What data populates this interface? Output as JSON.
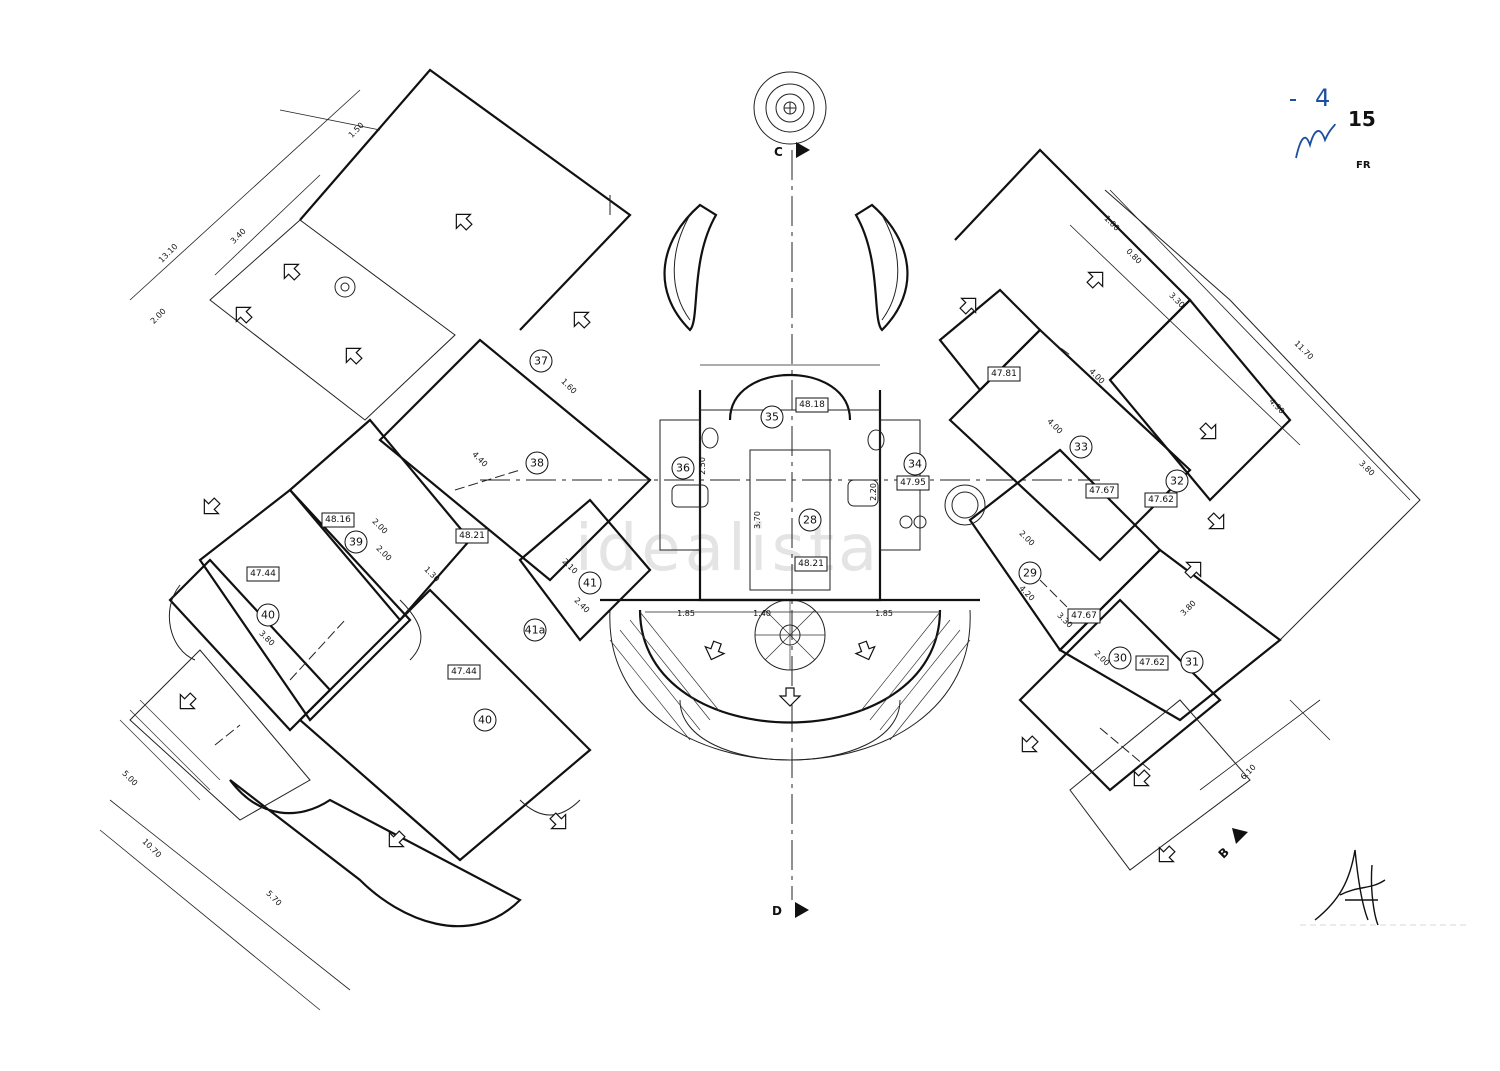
{
  "watermark": "idealista",
  "annotations": {
    "page_number": "15",
    "handwritten_4": "4",
    "handwritten_fr": "FR"
  },
  "section_markers": [
    "C",
    "D",
    "B"
  ],
  "rooms": [
    {
      "id": "r28",
      "label": "28"
    },
    {
      "id": "r29",
      "label": "29"
    },
    {
      "id": "r30",
      "label": "30"
    },
    {
      "id": "r31",
      "label": "31"
    },
    {
      "id": "r32",
      "label": "32"
    },
    {
      "id": "r33",
      "label": "33"
    },
    {
      "id": "r34",
      "label": "34"
    },
    {
      "id": "r35",
      "label": "35"
    },
    {
      "id": "r36",
      "label": "36"
    },
    {
      "id": "r37",
      "label": "37"
    },
    {
      "id": "r38",
      "label": "38"
    },
    {
      "id": "r39",
      "label": "39"
    },
    {
      "id": "r40a",
      "label": "40"
    },
    {
      "id": "r40b",
      "label": "40"
    },
    {
      "id": "r41",
      "label": "41"
    },
    {
      "id": "r41a",
      "label": "41a"
    }
  ],
  "elevations": [
    {
      "id": "e1",
      "label": "48.18"
    },
    {
      "id": "e2",
      "label": "47.81"
    },
    {
      "id": "e3",
      "label": "47.95"
    },
    {
      "id": "e4",
      "label": "48.21"
    },
    {
      "id": "e5",
      "label": "48.21"
    },
    {
      "id": "e6",
      "label": "48.16"
    },
    {
      "id": "e7",
      "label": "47.44"
    },
    {
      "id": "e8",
      "label": "47.44"
    },
    {
      "id": "e9",
      "label": "47.67"
    },
    {
      "id": "e10",
      "label": "47.62"
    },
    {
      "id": "e11",
      "label": "47.67"
    },
    {
      "id": "e12",
      "label": "47.62"
    }
  ],
  "dimensions": [
    {
      "id": "d1",
      "label": "1.50"
    },
    {
      "id": "d2",
      "label": "3.40"
    },
    {
      "id": "d3",
      "label": "13.10"
    },
    {
      "id": "d4",
      "label": "2.00"
    },
    {
      "id": "d5",
      "label": "4.40"
    },
    {
      "id": "d6",
      "label": "2.00"
    },
    {
      "id": "d7",
      "label": "2.00"
    },
    {
      "id": "d8",
      "label": "1.30"
    },
    {
      "id": "d9",
      "label": "3.80"
    },
    {
      "id": "d10",
      "label": "2.10"
    },
    {
      "id": "d11",
      "label": "2.40"
    },
    {
      "id": "d12",
      "label": "1.85"
    },
    {
      "id": "d13",
      "label": "1.40"
    },
    {
      "id": "d14",
      "label": "1.85"
    },
    {
      "id": "d15",
      "label": "3.70"
    },
    {
      "id": "d16",
      "label": "2.50"
    },
    {
      "id": "d17",
      "label": "2.20"
    },
    {
      "id": "d18",
      "label": "3.30"
    },
    {
      "id": "d19",
      "label": "11.70"
    },
    {
      "id": "d20",
      "label": "4.90"
    },
    {
      "id": "d21",
      "label": "3.80"
    },
    {
      "id": "d22",
      "label": "4.00"
    },
    {
      "id": "d23",
      "label": "4.00"
    },
    {
      "id": "d24",
      "label": "2.00"
    },
    {
      "id": "d25",
      "label": "4.20"
    },
    {
      "id": "d26",
      "label": "3.30"
    },
    {
      "id": "d27",
      "label": "2.00"
    },
    {
      "id": "d28",
      "label": "3.80"
    },
    {
      "id": "d29",
      "label": "6.10"
    },
    {
      "id": "d30",
      "label": "5.00"
    },
    {
      "id": "d31",
      "label": "10.70"
    },
    {
      "id": "d32",
      "label": "5.70"
    },
    {
      "id": "d33",
      "label": "1.60"
    },
    {
      "id": "d34",
      "label": "1.00"
    },
    {
      "id": "d35",
      "label": "0.80"
    }
  ]
}
